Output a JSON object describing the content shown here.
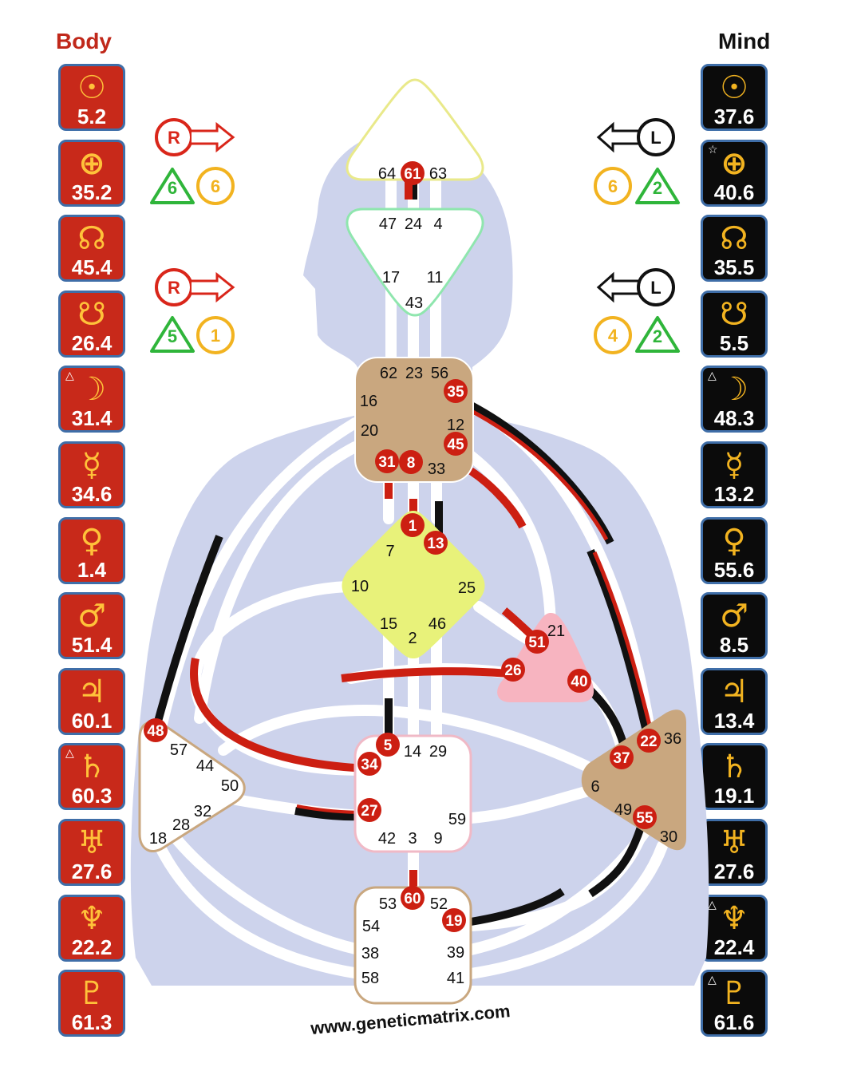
{
  "columns": {
    "body_title": "Body",
    "mind_title": "Mind"
  },
  "body_planets": [
    {
      "glyph": "☉",
      "value": "5.2",
      "mark": ""
    },
    {
      "glyph": "⊕",
      "value": "35.2",
      "mark": ""
    },
    {
      "glyph": "☊",
      "value": "45.4",
      "mark": ""
    },
    {
      "glyph": "☋",
      "value": "26.4",
      "mark": ""
    },
    {
      "glyph": "☽",
      "value": "31.4",
      "mark": "△"
    },
    {
      "glyph": "☿",
      "value": "34.6",
      "mark": ""
    },
    {
      "glyph": "♀",
      "value": "1.4",
      "mark": ""
    },
    {
      "glyph": "♂",
      "value": "51.4",
      "mark": ""
    },
    {
      "glyph": "♃",
      "value": "60.1",
      "mark": ""
    },
    {
      "glyph": "♄",
      "value": "60.3",
      "mark": "△"
    },
    {
      "glyph": "♅",
      "value": "27.6",
      "mark": ""
    },
    {
      "glyph": "♆",
      "value": "22.2",
      "mark": ""
    },
    {
      "glyph": "♇",
      "value": "61.3",
      "mark": ""
    }
  ],
  "mind_planets": [
    {
      "glyph": "☉",
      "value": "37.6",
      "mark": ""
    },
    {
      "glyph": "⊕",
      "value": "40.6",
      "mark": "☆"
    },
    {
      "glyph": "☊",
      "value": "35.5",
      "mark": ""
    },
    {
      "glyph": "☋",
      "value": "5.5",
      "mark": ""
    },
    {
      "glyph": "☽",
      "value": "48.3",
      "mark": "△"
    },
    {
      "glyph": "☿",
      "value": "13.2",
      "mark": ""
    },
    {
      "glyph": "♀",
      "value": "55.6",
      "mark": ""
    },
    {
      "glyph": "♂",
      "value": "8.5",
      "mark": ""
    },
    {
      "glyph": "♃",
      "value": "13.4",
      "mark": ""
    },
    {
      "glyph": "♄",
      "value": "19.1",
      "mark": ""
    },
    {
      "glyph": "♅",
      "value": "27.6",
      "mark": ""
    },
    {
      "glyph": "♆",
      "value": "22.4",
      "mark": "△"
    },
    {
      "glyph": "♇",
      "value": "61.6",
      "mark": "△"
    }
  ],
  "variables": {
    "left_top": {
      "arrow": "R",
      "tri": "6",
      "circ": "6"
    },
    "left_bottom": {
      "arrow": "R",
      "tri": "5",
      "circ": "1"
    },
    "right_top": {
      "arrow": "L",
      "circ": "6",
      "tri": "2"
    },
    "right_bottom": {
      "arrow": "L",
      "circ": "4",
      "tri": "2"
    }
  },
  "centers": {
    "head": {
      "gates": [
        "64",
        "61",
        "63"
      ],
      "color": "#ffffff",
      "border": "#e9e98a"
    },
    "ajna": {
      "gates": [
        "47",
        "24",
        "4",
        "17",
        "11",
        "43"
      ],
      "color": "#ffffff",
      "border": "#8fe6ae"
    },
    "throat": {
      "gates": [
        "62",
        "23",
        "56",
        "16",
        "35",
        "12",
        "20",
        "45",
        "31",
        "8",
        "33"
      ],
      "color": "#c9a77f"
    },
    "g": {
      "gates": [
        "1",
        "7",
        "13",
        "10",
        "25",
        "15",
        "46",
        "2"
      ],
      "color": "#e8f27a"
    },
    "heart": {
      "gates": [
        "21",
        "51",
        "26",
        "40"
      ],
      "color": "#f7b4c0"
    },
    "spleen": {
      "gates": [
        "48",
        "57",
        "44",
        "50",
        "32",
        "28",
        "18"
      ],
      "color": "#ffffff"
    },
    "sacral": {
      "gates": [
        "5",
        "14",
        "29",
        "34",
        "27",
        "59",
        "42",
        "3",
        "9"
      ],
      "color": "#ffffff"
    },
    "solar_plexus": {
      "gates": [
        "36",
        "22",
        "37",
        "6",
        "49",
        "55",
        "30"
      ],
      "color": "#c9a77f"
    },
    "root": {
      "gates": [
        "53",
        "60",
        "52",
        "54",
        "19",
        "38",
        "39",
        "58",
        "41"
      ],
      "color": "#ffffff"
    }
  },
  "activated_gates": [
    "61",
    "35",
    "45",
    "31",
    "8",
    "1",
    "13",
    "51",
    "26",
    "40",
    "48",
    "5",
    "34",
    "27",
    "37",
    "22",
    "55",
    "60",
    "19"
  ],
  "watermark": "www.geneticmatrix.com",
  "colors": {
    "personality": "#111111",
    "design": "#cc1f12",
    "body_bg": "#cdd3ec"
  }
}
